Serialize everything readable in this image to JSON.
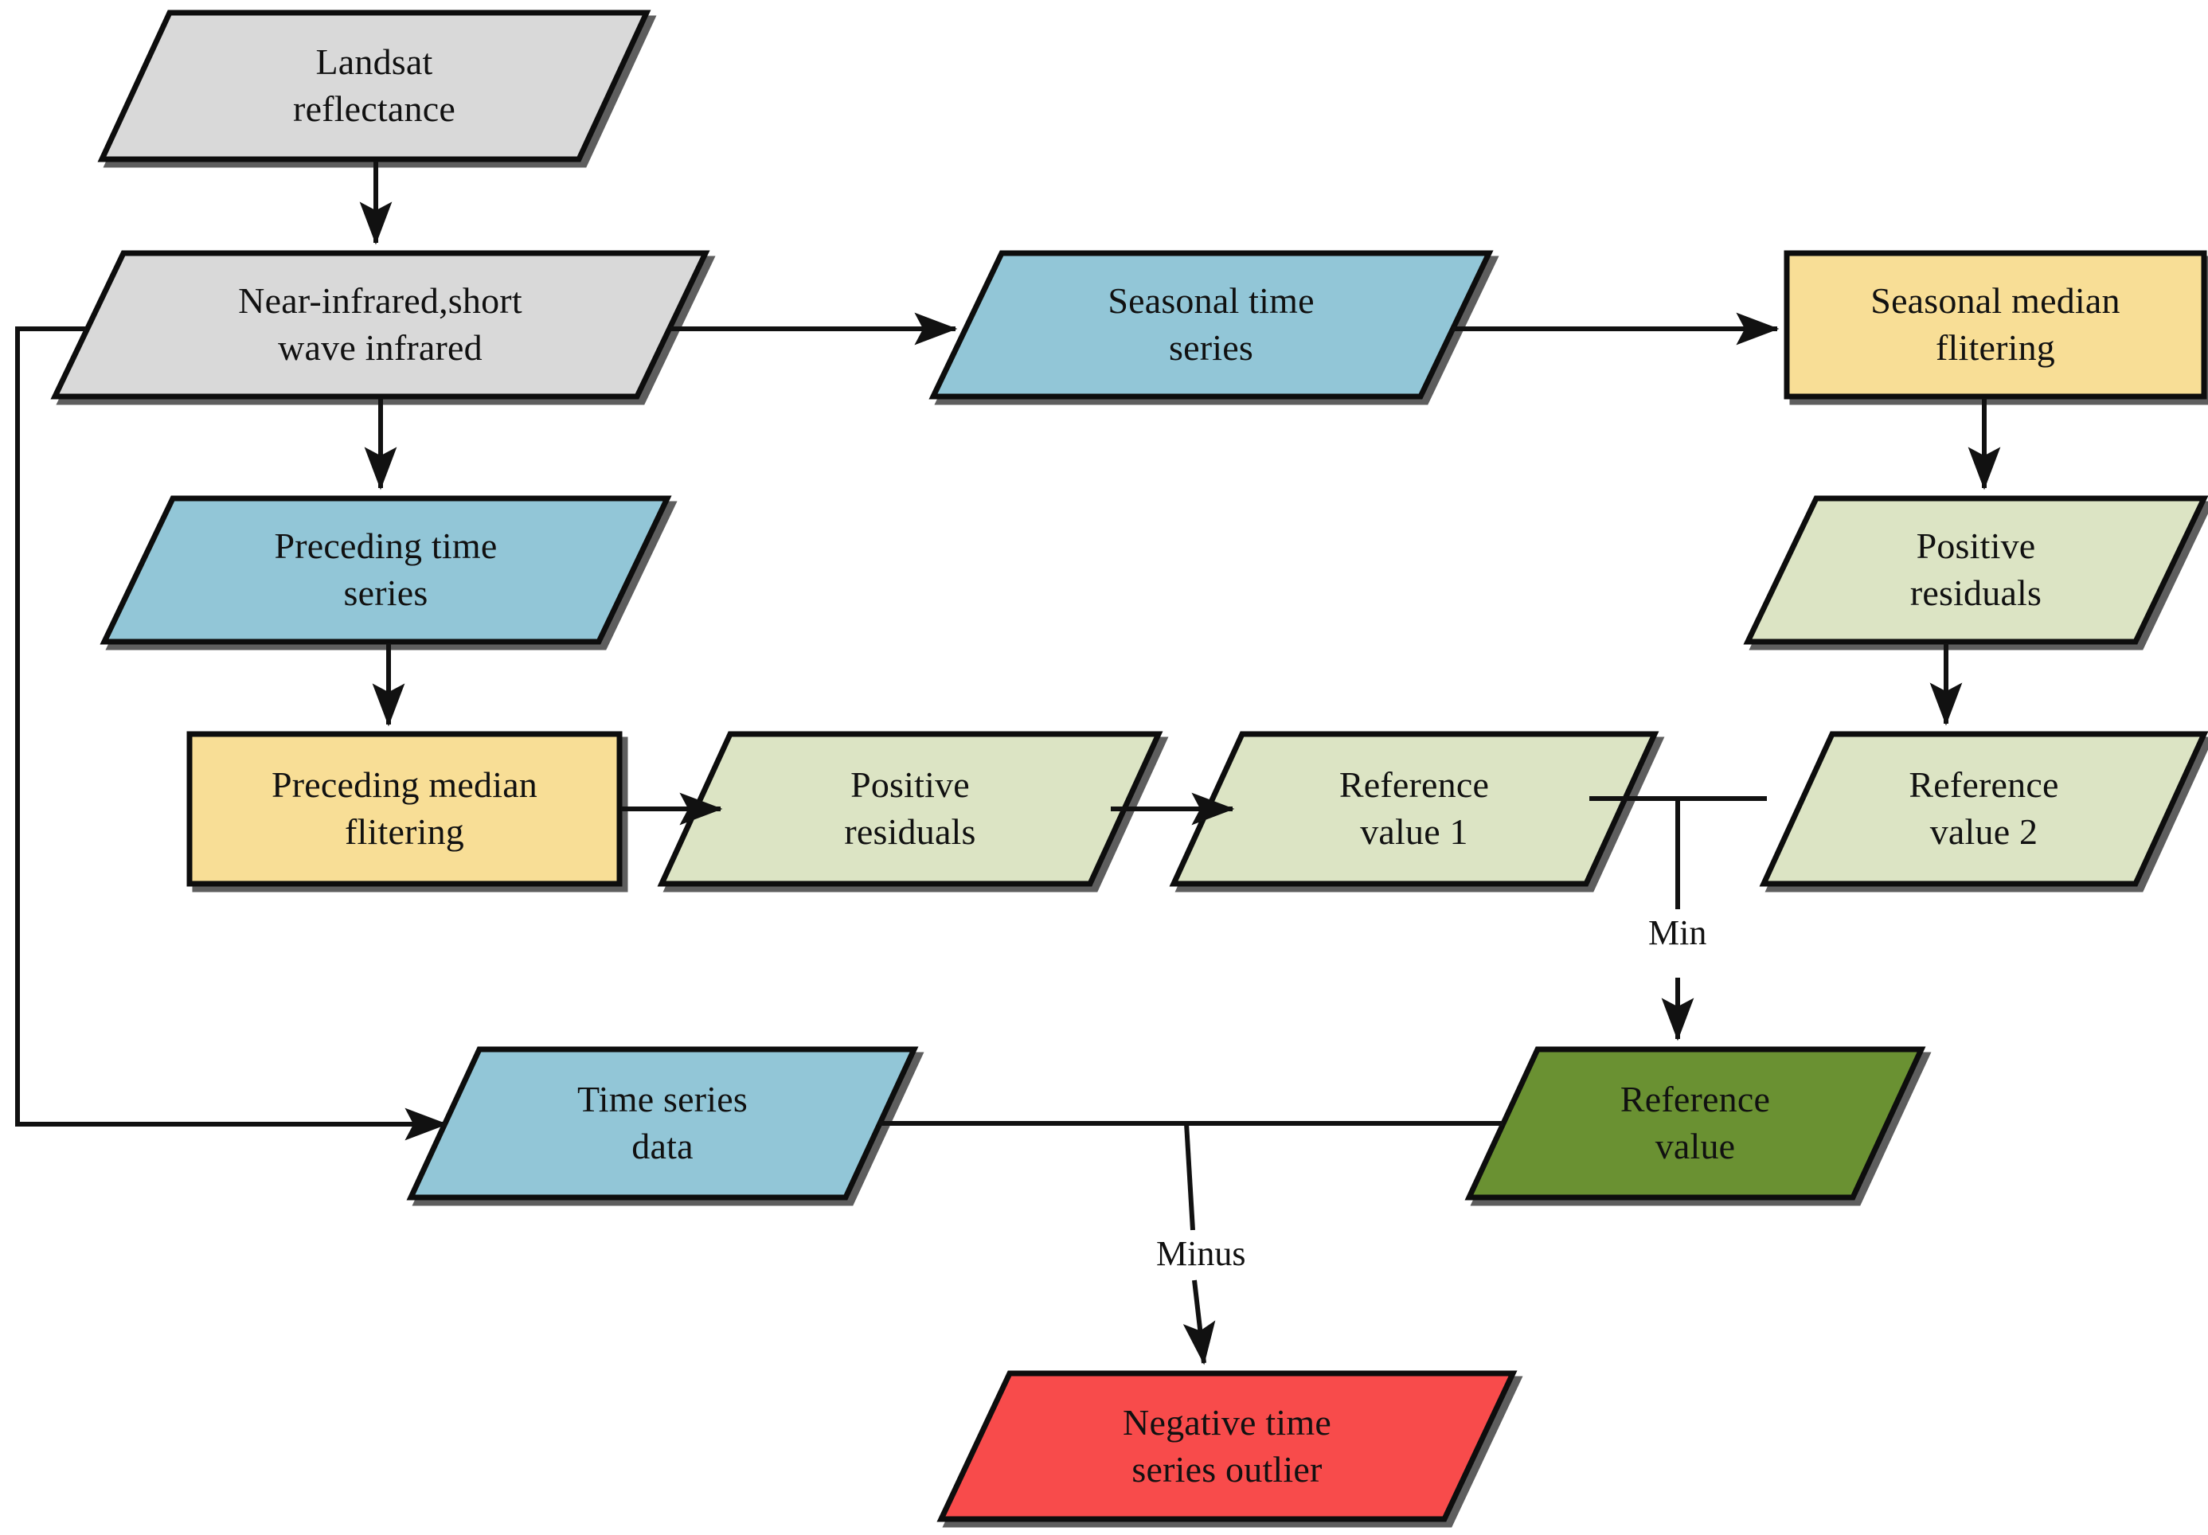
{
  "diagram": {
    "title": "Time series outlier detection flowchart",
    "background": "#ffffff",
    "stroke": "#111111",
    "colors": {
      "gray": "#D9D9D9",
      "blue": "#92C6D7",
      "yellow": "#F8DE96",
      "light_green": "#DCE4C4",
      "dark_green": "#6B9133",
      "red": "#F84C4C",
      "line": "#111111"
    },
    "nodes": [
      {
        "id": "landsat-reflectance",
        "label": "Landsat\nreflectance",
        "shape": "parallelogram",
        "fill": "#D9D9D9"
      },
      {
        "id": "near-infrared-swir",
        "label": "Near-infrared,short\nwave infrared",
        "shape": "parallelogram",
        "fill": "#D9D9D9"
      },
      {
        "id": "seasonal-time-series",
        "label": "Seasonal time\nseries",
        "shape": "parallelogram",
        "fill": "#92C6D7"
      },
      {
        "id": "seasonal-median-flitering",
        "label": "Seasonal median\nflitering",
        "shape": "rectangle",
        "fill": "#F8DE96"
      },
      {
        "id": "preceding-time-series",
        "label": "Preceding time\nseries",
        "shape": "parallelogram",
        "fill": "#92C6D7"
      },
      {
        "id": "positive-residuals-right",
        "label": "Positive\nresiduals",
        "shape": "parallelogram",
        "fill": "#DCE4C4"
      },
      {
        "id": "preceding-median-flitering",
        "label": "Preceding median\nflitering",
        "shape": "rectangle",
        "fill": "#F8DE96"
      },
      {
        "id": "positive-residuals-left",
        "label": "Positive\nresiduals",
        "shape": "parallelogram",
        "fill": "#DCE4C4"
      },
      {
        "id": "reference-value-1",
        "label": "Reference\nvalue 1",
        "shape": "parallelogram",
        "fill": "#DCE4C4"
      },
      {
        "id": "reference-value-2",
        "label": "Reference\nvalue 2",
        "shape": "parallelogram",
        "fill": "#DCE4C4"
      },
      {
        "id": "time-series-data",
        "label": "Time series\ndata",
        "shape": "parallelogram",
        "fill": "#92C6D7"
      },
      {
        "id": "reference-value",
        "label": "Reference\nvalue",
        "shape": "parallelogram",
        "fill": "#6B9133"
      },
      {
        "id": "negative-time-series-outlier",
        "label": "Negative time\nseries outlier",
        "shape": "parallelogram",
        "fill": "#F84C4C"
      }
    ],
    "edge_labels": [
      {
        "id": "min-label",
        "label": "Min"
      },
      {
        "id": "minus-label",
        "label": "Minus"
      }
    ],
    "edges": [
      {
        "from": "landsat-reflectance",
        "to": "near-infrared-swir",
        "label": ""
      },
      {
        "from": "near-infrared-swir",
        "to": "seasonal-time-series",
        "label": ""
      },
      {
        "from": "seasonal-time-series",
        "to": "seasonal-median-flitering",
        "label": ""
      },
      {
        "from": "seasonal-median-flitering",
        "to": "positive-residuals-right",
        "label": ""
      },
      {
        "from": "positive-residuals-right",
        "to": "reference-value-2",
        "label": ""
      },
      {
        "from": "near-infrared-swir",
        "to": "preceding-time-series",
        "label": ""
      },
      {
        "from": "preceding-time-series",
        "to": "preceding-median-flitering",
        "label": ""
      },
      {
        "from": "preceding-median-flitering",
        "to": "positive-residuals-left",
        "label": ""
      },
      {
        "from": "positive-residuals-left",
        "to": "reference-value-1",
        "label": ""
      },
      {
        "from": "reference-value-1",
        "to": "reference-value",
        "label": "Min"
      },
      {
        "from": "reference-value-2",
        "to": "reference-value",
        "label": "Min"
      },
      {
        "from": "near-infrared-swir",
        "to": "time-series-data",
        "label": ""
      },
      {
        "from": "time-series-data",
        "to": "negative-time-series-outlier",
        "label": "Minus"
      },
      {
        "from": "reference-value",
        "to": "negative-time-series-outlier",
        "label": "Minus"
      }
    ]
  }
}
